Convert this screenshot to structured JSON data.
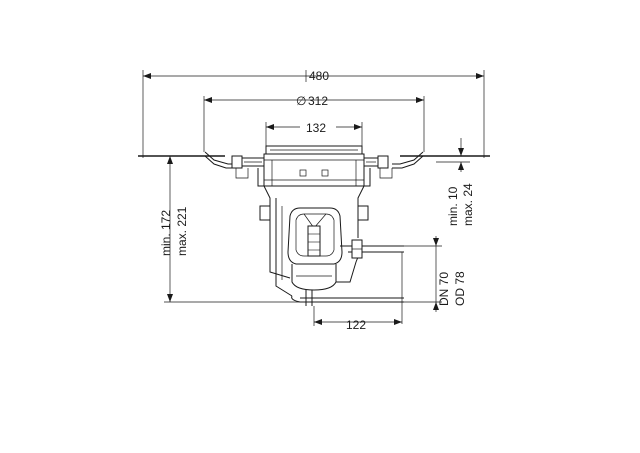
{
  "dimensions": {
    "overall_width": "480",
    "flange_diameter": "312",
    "grate_width": "132",
    "min_height_label": "min. 172",
    "max_height_label": "max. 221",
    "min_adjust_label": "min. 10",
    "max_adjust_label": "max. 24",
    "dn_label": "DN 70",
    "od_label": "OD 78",
    "outlet_offset": "122"
  },
  "symbols": {
    "diameter": "∅"
  },
  "colors": {
    "line": "#1a1a1a",
    "background": "#ffffff"
  }
}
